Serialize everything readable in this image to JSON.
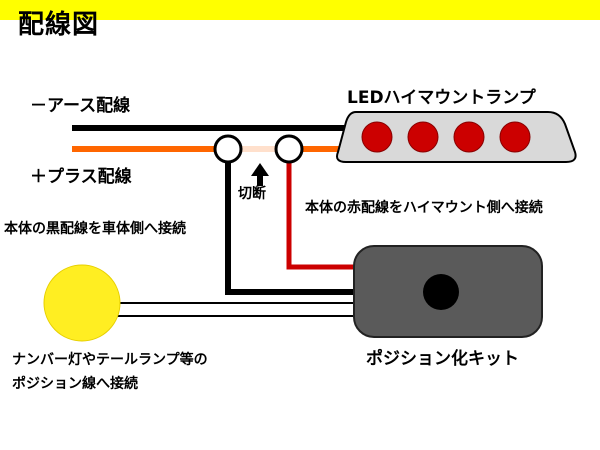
{
  "title": "配線図",
  "wires": {
    "ground_label": "－アース配線",
    "plus_label": "＋プラス配線"
  },
  "lamp": {
    "label": "LEDハイマウントランプ",
    "led_count": 4
  },
  "cut_label": "切断",
  "notes": {
    "black_wire": "本体の黒配線を車体側へ接続",
    "red_wire": "本体の赤配線をハイマウント側へ接続"
  },
  "module": {
    "label": "ポジション化キット"
  },
  "source": {
    "line1": "ナンバー灯やテールランプ等の",
    "line2": "ポジション線へ接続"
  },
  "colors": {
    "banner": "#ffff00",
    "black_wire": "#000000",
    "orange_wire": "#ff6600",
    "red_wire": "#cc0000",
    "led": "#cc0000",
    "lamp_body": "#d9d9d9",
    "module_body": "#5a5a5a",
    "bulb": "#ffee22",
    "cut_gap": "#ffe0cc"
  },
  "icons": {
    "cut_arrow": "up-arrow-icon"
  }
}
